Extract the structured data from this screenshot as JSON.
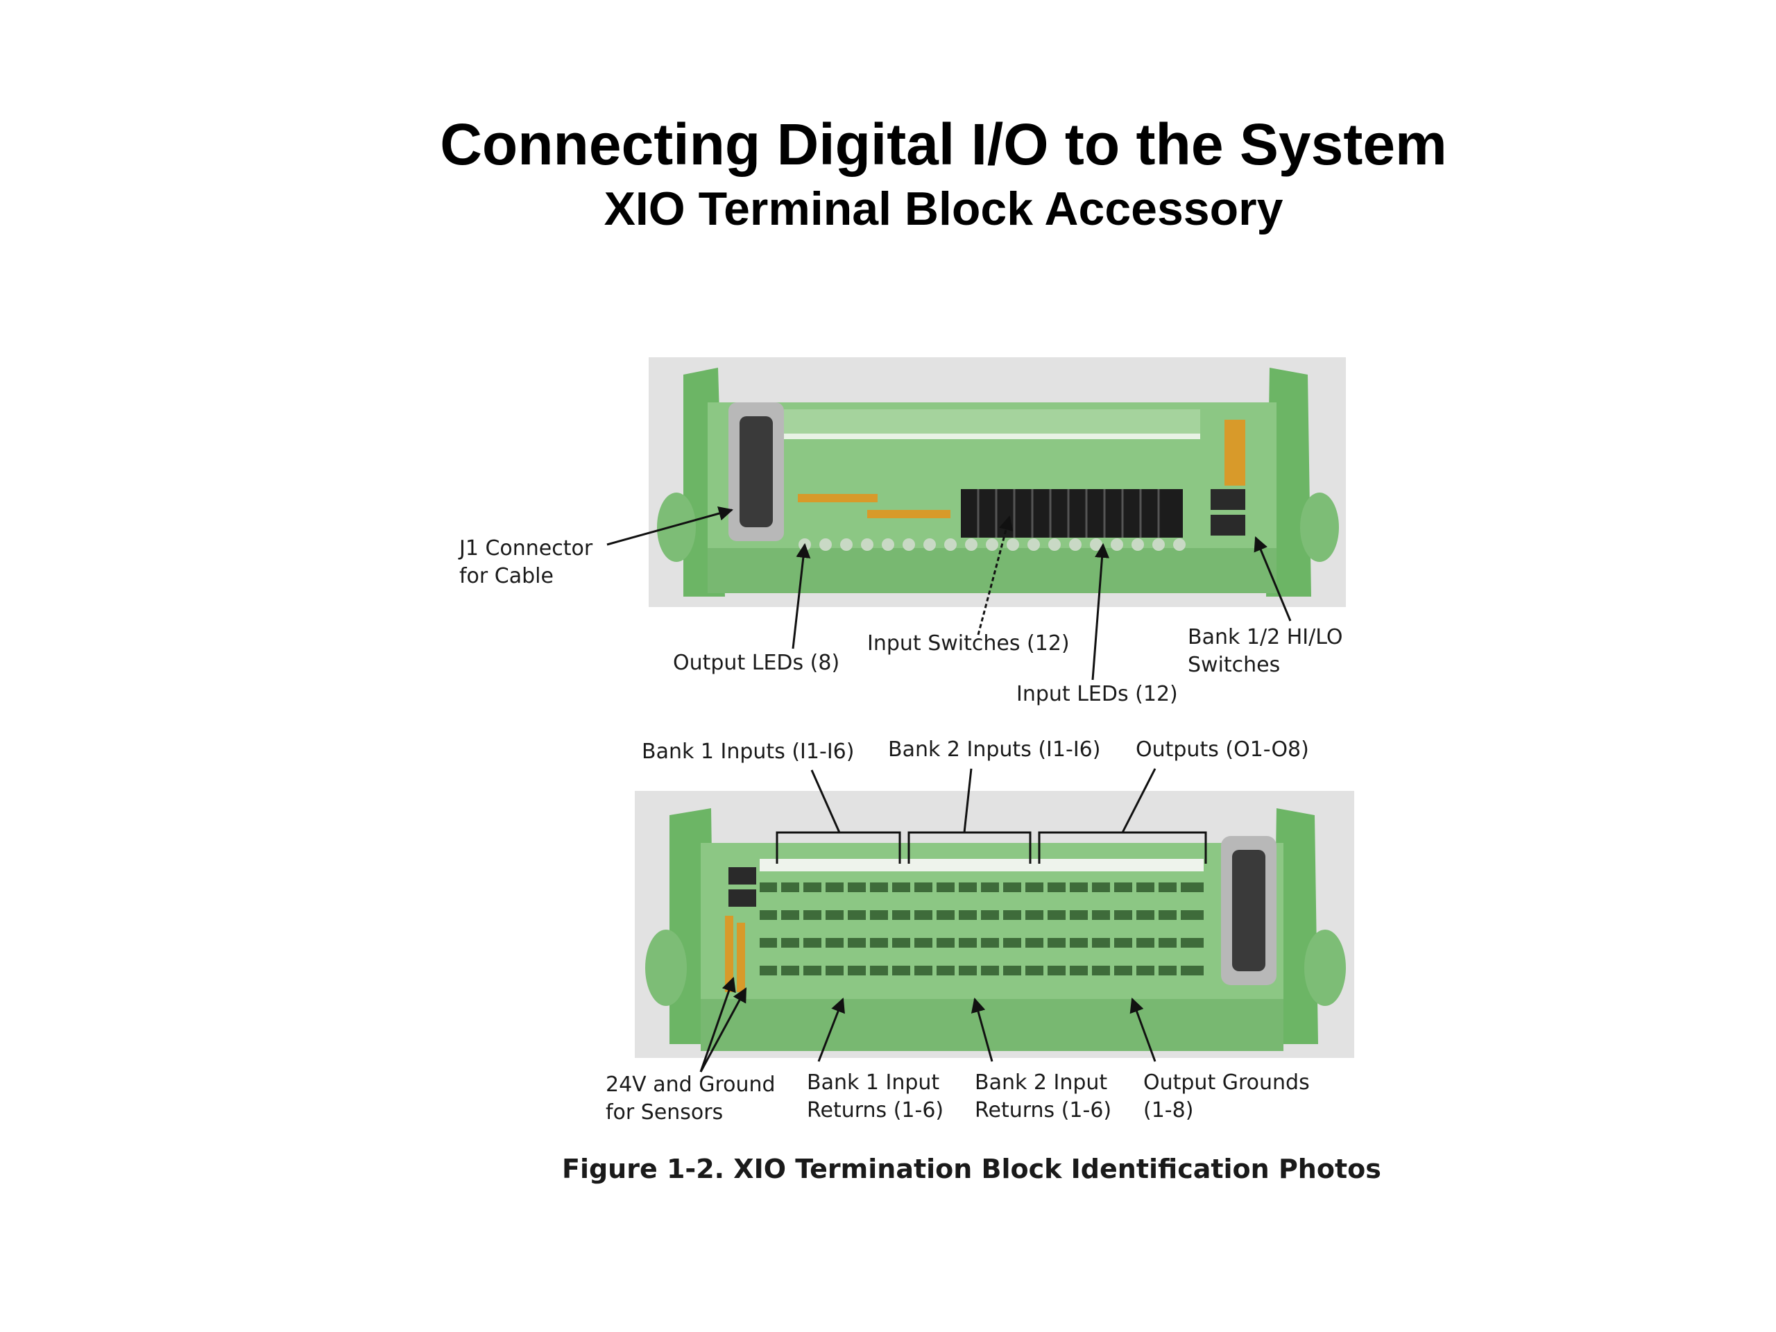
{
  "slide": {
    "title": "Connecting Digital  I/O to the System",
    "subtitle": "XIO Terminal Block Accessory"
  },
  "figure": {
    "caption": "Figure 1-2. XIO Termination Block Identification Photos",
    "top_photo_labels": {
      "j1_line1": "J1 Connector",
      "j1_line2": "for Cable",
      "output_leds": "Output LEDs (8)",
      "input_switches": "Input Switches (12)",
      "input_leds": "Input LEDs (12)",
      "bank_switch_line1": "Bank 1/2 HI/LO",
      "bank_switch_line2": "Switches"
    },
    "bottom_photo_labels": {
      "bank1_inputs": "Bank 1 Inputs (I1-I6)",
      "bank2_inputs": "Bank 2 Inputs (I1-I6)",
      "outputs": "Outputs (O1-O8)",
      "sensors_line1": "24V and Ground",
      "sensors_line2": "for Sensors",
      "bank1_returns_line1": "Bank 1 Input",
      "bank1_returns_line2": "Returns (1-6)",
      "bank2_returns_line1": "Bank 2 Input",
      "bank2_returns_line2": "Returns (1-6)",
      "output_grounds_line1": "Output Grounds",
      "output_grounds_line2": "(1-8)"
    }
  },
  "colors": {
    "board_green": "#8cc784",
    "board_dark": "#5fa55a",
    "photo_bg": "#e2e2e2",
    "connector_metal": "#b8b8b8"
  }
}
